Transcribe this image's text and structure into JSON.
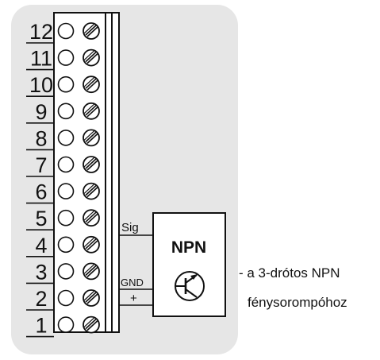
{
  "terminal_numbers": [
    "12",
    "11",
    "10",
    "9",
    "8",
    "7",
    "6",
    "5",
    "4",
    "3",
    "2",
    "1"
  ],
  "wire_labels": {
    "sig": "Sig",
    "gnd": "GND",
    "plus": "+"
  },
  "sensor": {
    "title": "NPN"
  },
  "note": {
    "line1": "- a 3-drótos NPN",
    "line2": "fénysorompóhoz"
  },
  "colors": {
    "panel": "#e6e6e6",
    "line": "#111111",
    "fill": "#ffffff"
  }
}
